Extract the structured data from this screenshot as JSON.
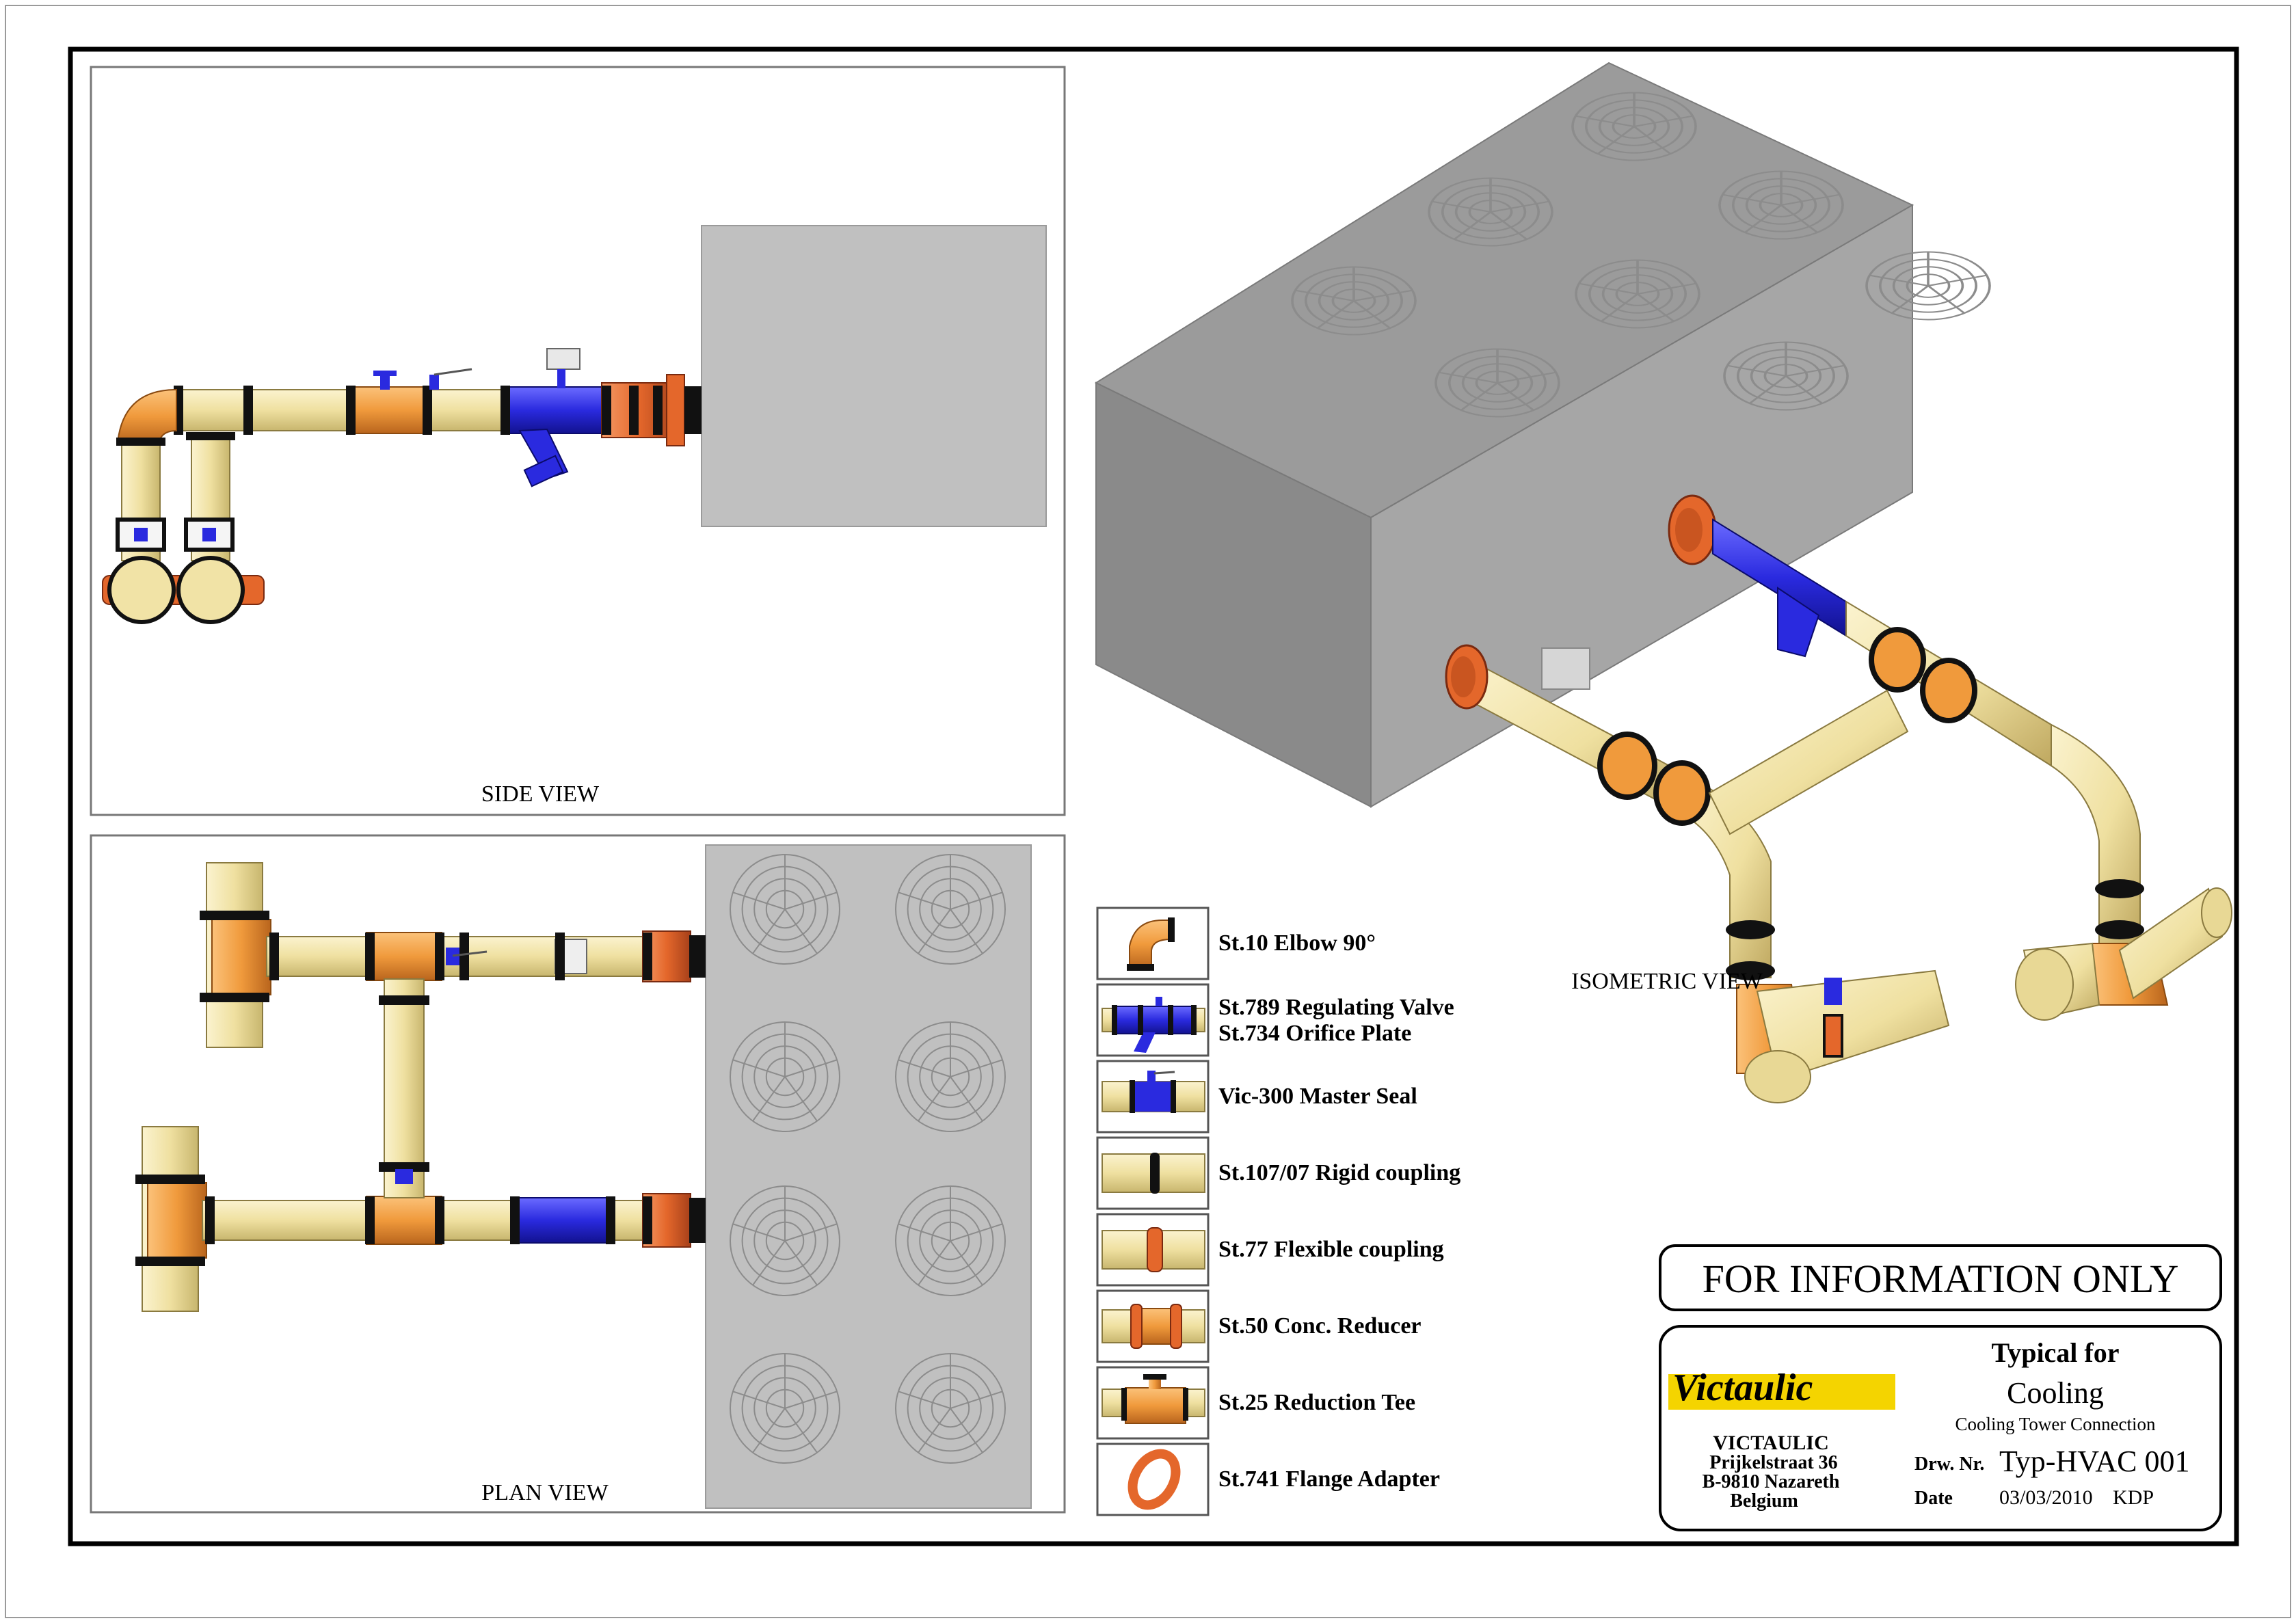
{
  "views": {
    "side": "SIDE VIEW",
    "plan": "PLAN VIEW",
    "iso": "ISOMETRIC VIEW"
  },
  "legend": [
    {
      "icon": "elbow-icon",
      "lines": [
        "St.10 Elbow 90°"
      ]
    },
    {
      "icon": "regulating-valve-icon",
      "lines": [
        "St.789 Regulating Valve",
        "St.734 Orifice Plate"
      ]
    },
    {
      "icon": "master-seal-valve-icon",
      "lines": [
        "Vic-300 Master Seal"
      ]
    },
    {
      "icon": "rigid-coupling-icon",
      "lines": [
        "St.107/07 Rigid coupling"
      ]
    },
    {
      "icon": "flexible-coupling-icon",
      "lines": [
        "St.77 Flexible coupling"
      ]
    },
    {
      "icon": "concentric-reducer-icon",
      "lines": [
        "St.50 Conc. Reducer"
      ]
    },
    {
      "icon": "reduction-tee-icon",
      "lines": [
        "St.25 Reduction Tee"
      ]
    },
    {
      "icon": "flange-adapter-icon",
      "lines": [
        "St.741 Flange Adapter"
      ]
    }
  ],
  "notice": "FOR INFORMATION ONLY",
  "title_block": {
    "logo": "Victaulic",
    "company": "VICTAULIC",
    "address_lines": [
      "Prijkelstraat 36",
      "B-9810 Nazareth",
      "Belgium"
    ],
    "typical_for": "Typical for",
    "application": "Cooling",
    "description": "Cooling Tower Connection",
    "drawing_no_label": "Drw. Nr.",
    "drawing_no": "Typ-HVAC 001",
    "date_label": "Date",
    "date": "03/03/2010",
    "author": "KDP"
  },
  "colors": {
    "pipe": "#f1e3a6",
    "fitting": "#f19a3e",
    "valve": "#2a2adf",
    "coupling": "#111111",
    "flange": "#e4672b",
    "tower_top": "#9b9b9b",
    "tower_front": "#8a8a8a",
    "tower_side": "#a6a6a6",
    "tower_flat": "#c2c2c2"
  }
}
